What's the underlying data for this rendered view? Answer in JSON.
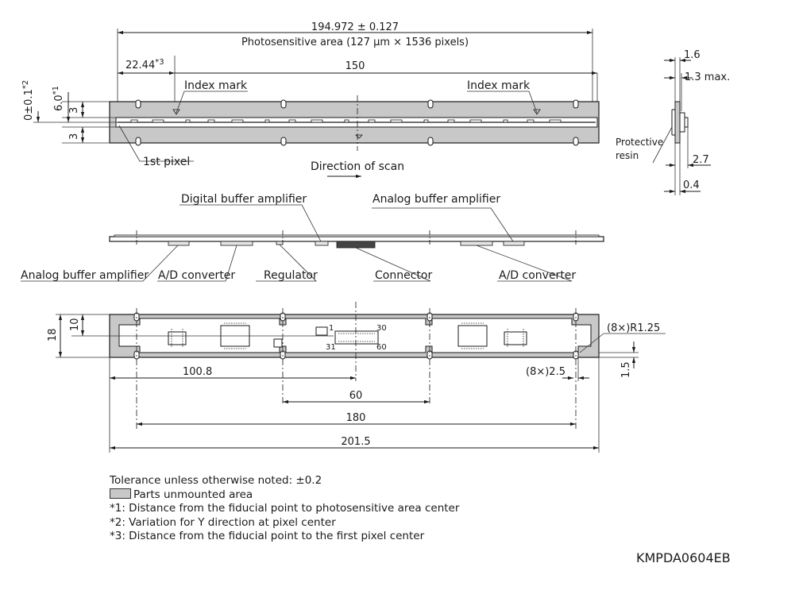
{
  "top_view": {
    "overall_dim": "194.972 ± 0.127",
    "photosensitive_area": "Photosensitive area (127 μm × 1536 pixels)",
    "first_pixel_offset": "22.44",
    "first_pixel_note": "*3",
    "pitch_150": "150",
    "index_mark_left": "Index mark",
    "index_mark_right": "Index mark",
    "y_variation": "0±0.1",
    "y_variation_note": "*2",
    "center_offset": "6.0",
    "center_offset_note": "*1",
    "dim_3_top": "3",
    "dim_3_bottom": "3",
    "first_pixel_label": "1st pixel",
    "direction_of_scan": "Direction of scan"
  },
  "side_view": {
    "dim_1_6": "1.6",
    "dim_1_3_max": "1.3 max.",
    "protective_resin_line1": "Protective",
    "protective_resin_line2": "resin",
    "dim_2_7": "2.7",
    "dim_0_4": "0.4"
  },
  "front_view": {
    "digital_buffer_amplifier": "Digital buffer amplifier",
    "analog_buffer_amplifier_right": "Analog buffer amplifier",
    "analog_buffer_amplifier_left": "Analog buffer amplifier",
    "ad_converter_left": "A/D converter",
    "regulator": "Regulator",
    "connector": "Connector",
    "ad_converter_right": "A/D converter"
  },
  "bottom_view": {
    "dim_18": "18",
    "dim_10": "10",
    "pin_1": "1",
    "pin_30": "30",
    "pin_31": "31",
    "pin_60": "60",
    "radius": "(8×)R1.25",
    "dim_100_8": "100.8",
    "dim_2_5": "(8×)2.5",
    "dim_1_5": "1.5",
    "dim_60": "60",
    "dim_180": "180",
    "dim_201_5": "201.5"
  },
  "notes": {
    "tolerance": "Tolerance unless otherwise noted: ±0.2",
    "legend": "Parts unmounted area",
    "note1": "*1: Distance from the fiducial point to photosensitive area center",
    "note2": "*2: Variation for Y direction at pixel center",
    "note3": "*3: Distance from the fiducial point to the first pixel center"
  },
  "drawing_code": "KMPDA0604EB"
}
